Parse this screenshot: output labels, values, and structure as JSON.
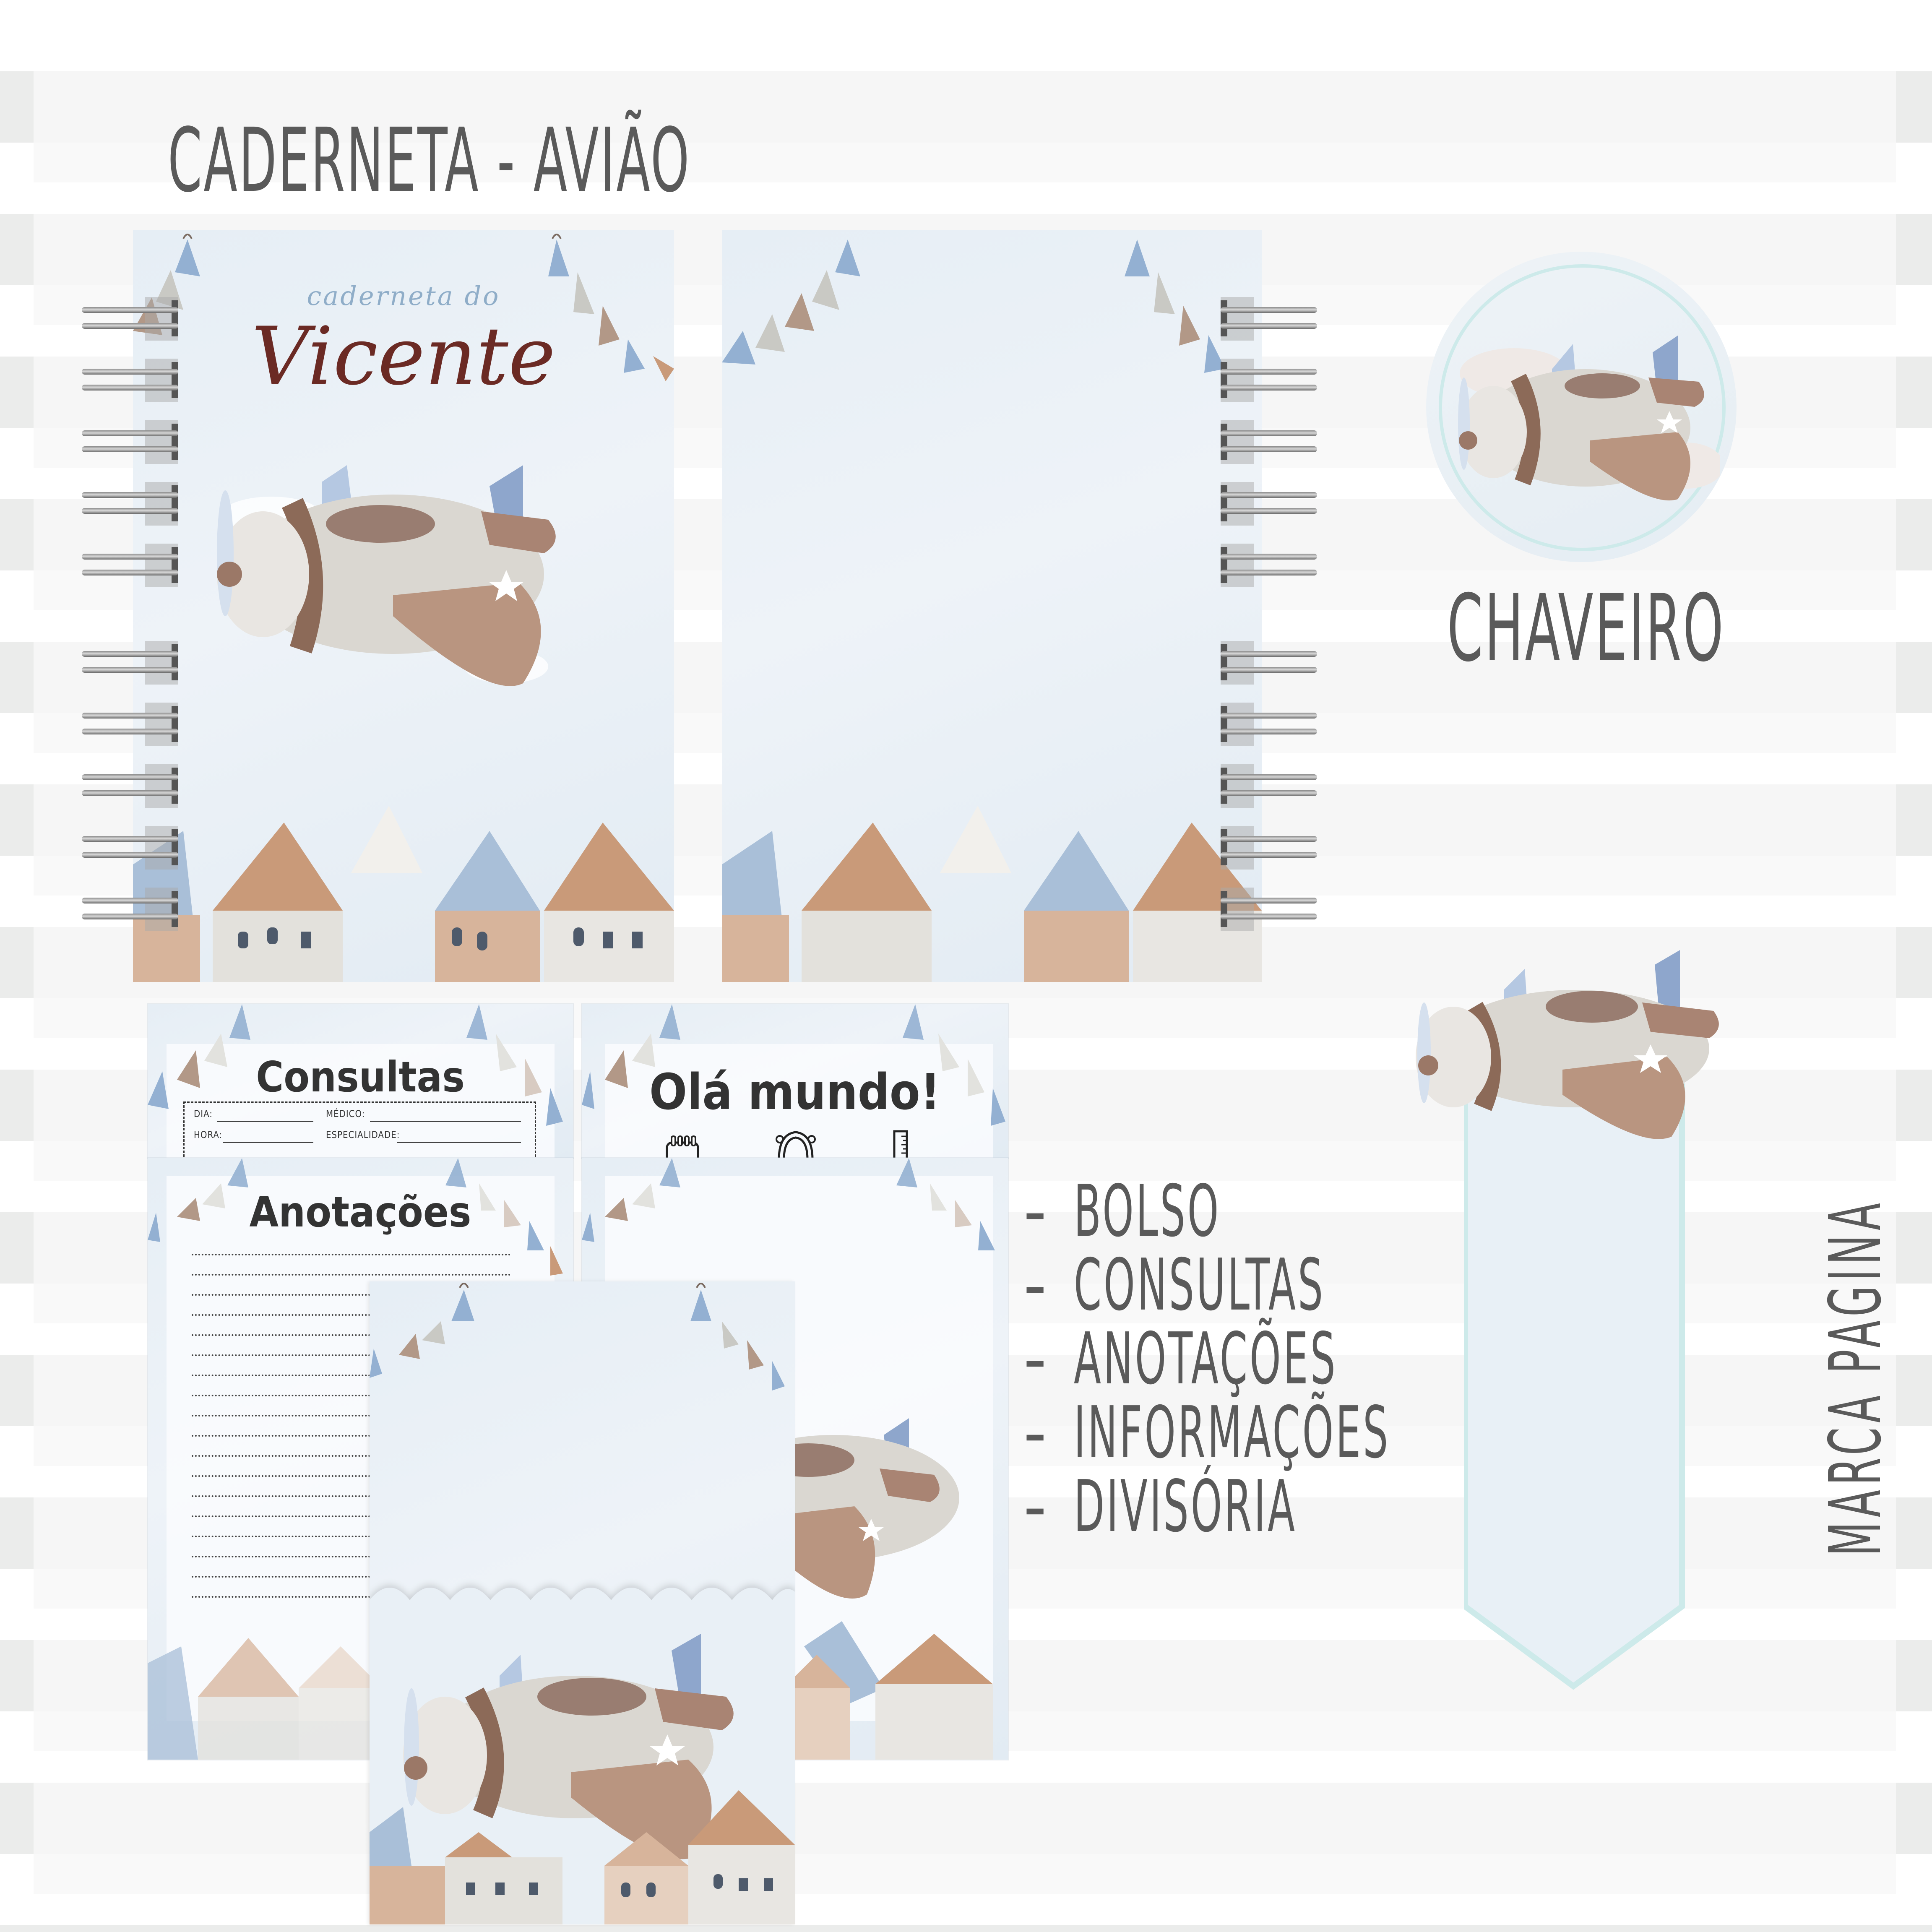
{
  "page": {
    "title": "CADERNETA - AVIÃO",
    "colors": {
      "text_gray": "#5a5a5a",
      "stripe_light": "#ffffff",
      "stripe_gray": "#ebeceb",
      "paper_blue": "#e6eef5",
      "cover_subtitle": "#8fadc8",
      "cover_name": "#6b2a24",
      "accent_teal": "#cdeaea",
      "roof_brown": "#c99a79",
      "roof_blue": "#a9bfd8",
      "plane_body": "#d9d7d2",
      "plane_wing": "#b99580",
      "plane_tail": "#8ea6cc"
    }
  },
  "cover": {
    "subtitle": "caderneta do",
    "name": "Vicente",
    "illustration": "airplane-with-clouds",
    "footer_illustration": "houses-row"
  },
  "back_cover": {
    "illustration": "houses-row"
  },
  "keychain": {
    "label": "CHAVEIRO",
    "illustration": "airplane-with-clouds"
  },
  "cards": {
    "consultas": {
      "title": "Consultas",
      "fields": {
        "dia": "DIA:",
        "medico": "MÉDICO:",
        "hora": "HORA:",
        "especialidade": "ESPECIALIDADE:"
      }
    },
    "ola_mundo": {
      "title": "Olá mundo!",
      "icons": [
        "calendar-icon",
        "baby-scale-icon",
        "ruler-icon"
      ]
    },
    "anotacoes": {
      "title": "Anotações",
      "line_count": 18
    },
    "divisoria": {
      "illustration": "airplane-over-houses"
    },
    "bolso": {
      "illustration": "scalloped-pocket-airplane"
    }
  },
  "features": {
    "items": [
      {
        "dash": "-",
        "label": "BOLSO"
      },
      {
        "dash": "-",
        "label": "CONSULTAS"
      },
      {
        "dash": "-",
        "label": "ANOTAÇÕES"
      },
      {
        "dash": "-",
        "label": "INFORMAÇÕES"
      },
      {
        "dash": "-",
        "label": "DIVISÓRIA"
      }
    ]
  },
  "bookmark": {
    "label": "MARCA PAGINA",
    "illustration": "airplane"
  }
}
